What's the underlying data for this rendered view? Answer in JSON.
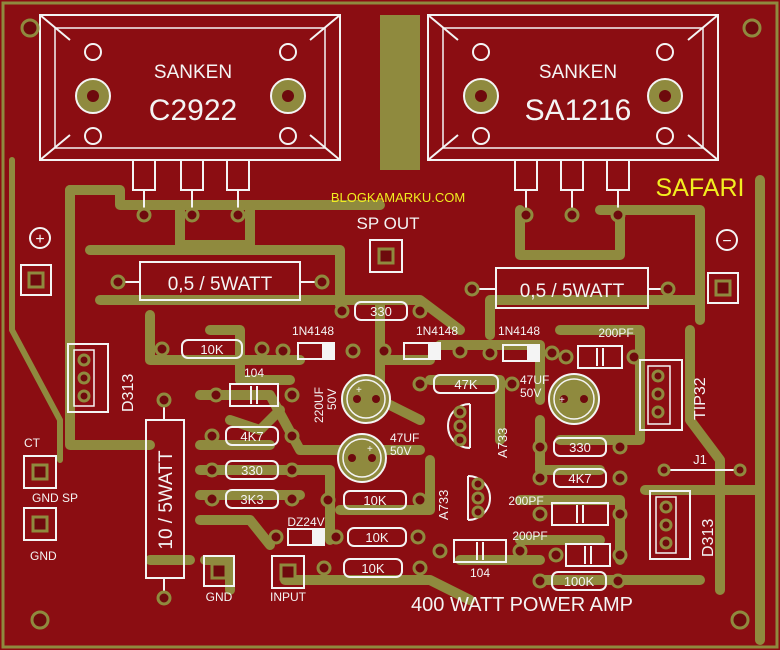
{
  "transistors": {
    "left": {
      "brand": "SANKEN",
      "part": "C2922"
    },
    "right": {
      "brand": "SANKEN",
      "part": "SA1216"
    }
  },
  "watermark": "BLOGKAMARKU.COM",
  "brand_label": "SAFARI",
  "output_label": "SP OUT",
  "polarity": {
    "plus": "+",
    "minus": "−"
  },
  "power_resistors": {
    "left": "0,5 / 5WATT",
    "right": "0,5 / 5WATT",
    "vertical": "10 / 5WATT"
  },
  "resistors": {
    "r330_top": "330",
    "r10k_a": "10K",
    "r47k": "47K",
    "r4k7_left": "4K7",
    "r330_left": "330",
    "r3k3": "3K3",
    "r10k_b": "10K",
    "r10k_c": "10K",
    "r10k_d": "10K",
    "r330_right": "330",
    "r4k7_right": "4K7",
    "r100k": "100K"
  },
  "diodes": {
    "d1": "1N4148",
    "d2": "1N4148",
    "d3": "1N4148",
    "zener": "DZ24V"
  },
  "capacitors": {
    "c104_a": "104",
    "c104_b": "104",
    "c200pf_a": "200PF",
    "c200pf_b": "200PF",
    "c200pf_c": "200PF",
    "e220": [
      "220UF",
      "50V"
    ],
    "e47_a": [
      "47UF",
      "50V"
    ],
    "e47_b": [
      "47UF",
      "50V"
    ]
  },
  "semis": {
    "d313_left": "D313",
    "d313_right": "D313",
    "tip32": "TIP32",
    "a733_a": "A733",
    "a733_b": "A733"
  },
  "jumper": "J1",
  "connectors": {
    "ct": "CT",
    "gnd_sp": "GND SP",
    "gnd_left": "GND",
    "gnd_bottom": "GND",
    "input": "INPUT"
  },
  "title": "400 WATT POWER AMP",
  "colors": {
    "board": "#8b0d12",
    "copper": "#8f8a3e",
    "silk": "#f4f4f4",
    "yellow_text": "#f2ee20",
    "pad": "#6e0a0d"
  }
}
